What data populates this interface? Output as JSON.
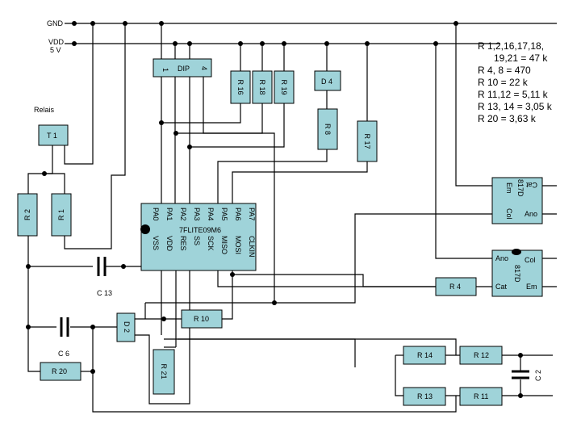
{
  "rails": {
    "gnd": "GND",
    "vdd": "VDD",
    "vdd_value": "5 V"
  },
  "relay_label": "Relais",
  "components": {
    "t1": "T 1",
    "r2": "R 2",
    "r1": "R 1",
    "dip": "DIP",
    "dip_pin1": "1",
    "dip_pin4": "4",
    "r16": "R 16",
    "r18": "R 18",
    "r19": "R 19",
    "d4": "D 4",
    "r8": "R 8",
    "r17": "R 17",
    "c13": "C 13",
    "c6": "C 6",
    "r20": "R 20",
    "d2": "D 2",
    "r10": "R 10",
    "r21": "R 21",
    "r4": "R 4",
    "r14": "R 14",
    "r12": "R 12",
    "r13": "R 13",
    "r11": "R 11",
    "c2": "C 2"
  },
  "mcu": {
    "name": "7FLITE09M6",
    "top_pins": [
      "PA0",
      "PA1",
      "PA2",
      "PA3",
      "PA4",
      "PA5",
      "PA6",
      "PA7"
    ],
    "bottom_pins": [
      "VSS",
      "VDD",
      "RES",
      "SS",
      "SCK",
      "MISO",
      "MOSI",
      "CLKIN"
    ]
  },
  "opto1": {
    "part": "817D",
    "cat": "Cat",
    "em": "Em",
    "col": "Col",
    "ano": "Ano"
  },
  "opto2": {
    "part": "817D",
    "ano": "Ano",
    "col": "Col",
    "cat": "Cat",
    "em": "Em"
  },
  "legend": [
    "R 1,2,16,17,18,",
    "19,21 = 47 k",
    "R 4, 8 = 470",
    "R 10 = 22 k",
    "R 11,12 = 5,11 k",
    "R 13, 14 = 3,05 k",
    "R 20 = 3,63 k"
  ]
}
